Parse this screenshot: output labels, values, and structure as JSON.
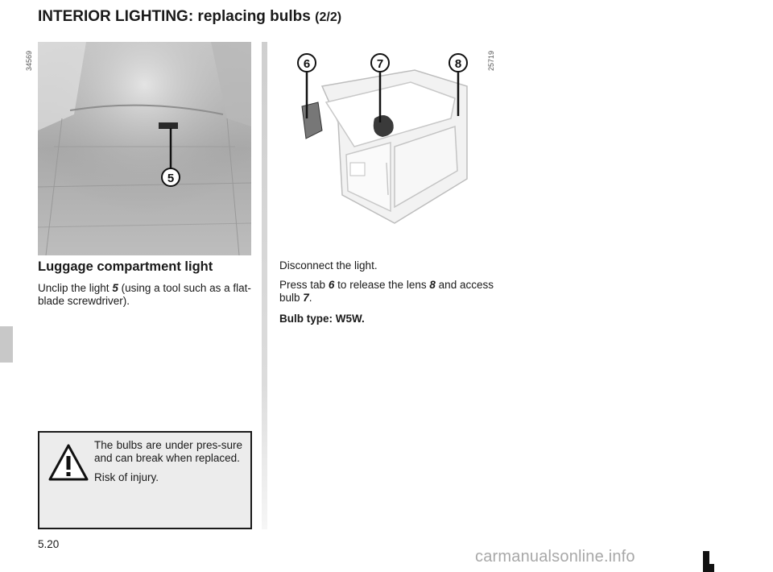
{
  "header": {
    "title": "INTERIOR LIGHTING: replacing bulbs",
    "title_suffix": "(2/2)"
  },
  "figures": {
    "left_ref": "34569",
    "right_ref": "25719",
    "callout_5": "5",
    "callout_6": "6",
    "callout_7": "7",
    "callout_8": "8"
  },
  "left_col": {
    "heading": "Luggage compartment light",
    "p1_a": "Unclip the light ",
    "p1_num": "5",
    "p1_b": " (using a tool such as a flat-blade screwdriver)."
  },
  "right_col": {
    "p1": "Disconnect the light.",
    "p2_a": "Press tab ",
    "p2_n1": "6",
    "p2_b": " to release the lens ",
    "p2_n2": "8",
    "p2_c": " and access bulb ",
    "p2_n3": "7",
    "p2_d": ".",
    "p3": "Bulb type: W5W."
  },
  "warning": {
    "line1": "The bulbs are under pres-sure and can break when replaced.",
    "line2": "Risk of injury."
  },
  "footer": {
    "page": "5.20",
    "watermark": "carmanualsonline.info"
  },
  "colors": {
    "side_tab": "#c8c8c8",
    "warning_bg": "#ececec"
  }
}
